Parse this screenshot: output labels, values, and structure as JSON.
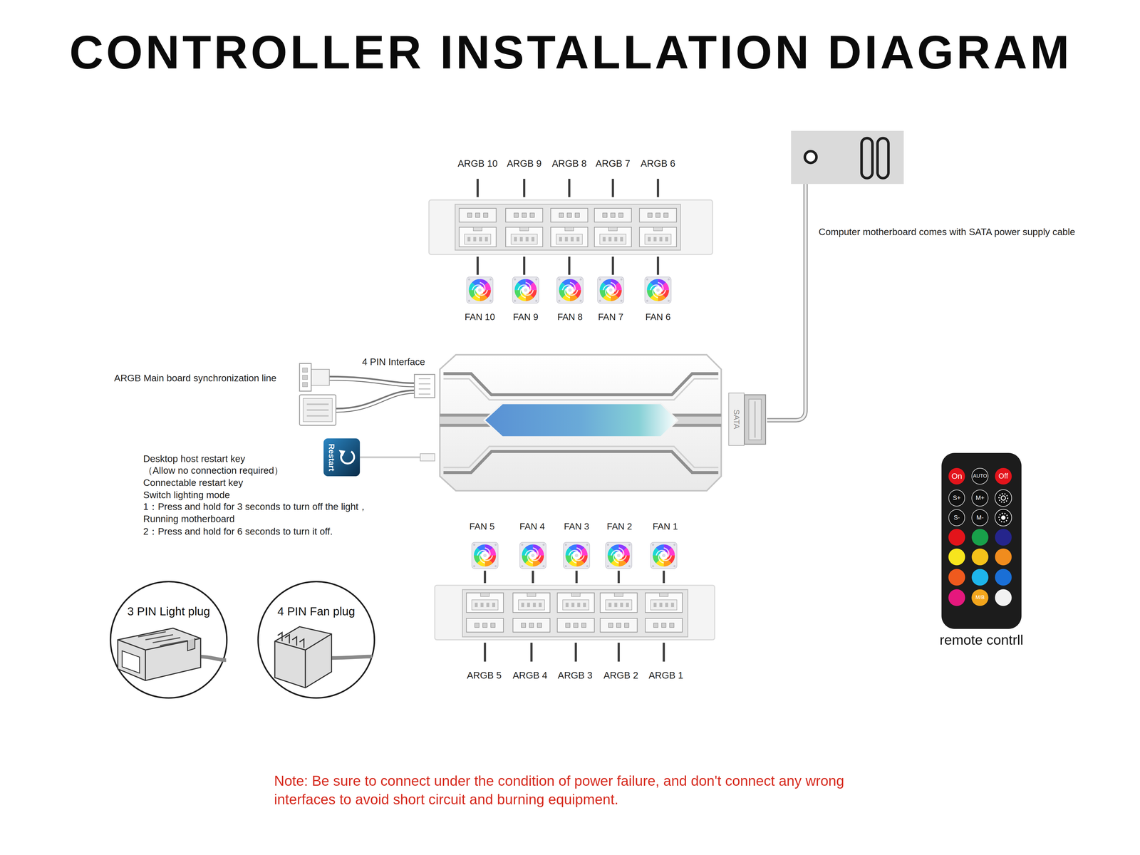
{
  "diagram": {
    "title": "CONTROLLER INSTALLATION DIAGRAM",
    "nodes": [
      {
        "text": [
          "SATA"
        ]
      },
      {
        "text": [
          "Restart"
        ]
      },
      {
        "text": [
          "remote contrll"
        ]
      },
      {
        "text": [
          "On"
        ],
        "in": 2
      },
      {
        "text": [
          "AUTO"
        ],
        "in": 2
      },
      {
        "text": [
          "Off"
        ],
        "in": 2
      },
      {
        "text": [
          "S+"
        ],
        "in": 2
      },
      {
        "text": [
          "M+"
        ],
        "in": 2
      },
      {
        "text": [
          "S-"
        ],
        "in": 2
      },
      {
        "text": [
          "M-"
        ],
        "in": 2
      },
      {
        "text": [
          "M/B"
        ],
        "in": 2
      },
      {
        "text": [
          "3 PIN Light plug"
        ]
      },
      {
        "text": [
          "4 PIN Fan plug"
        ]
      }
    ],
    "labels": [
      "ARGB 10",
      "ARGB 9",
      "ARGB 8",
      "ARGB 7",
      "ARGB 6",
      "Computer motherboard comes with SATA power supply cable",
      "FAN 10",
      "FAN 9",
      "FAN 8",
      "FAN 7",
      "FAN 6",
      "4 PIN Interface",
      "ARGB Main board synchronization line",
      "Desktop host restart key",
      "（Allow no connection required）",
      "Connectable restart key",
      "Switch lighting mode",
      "1：Press and hold for 3 seconds to turn off the light，",
      "Running motherboard",
      "2：Press and hold for 6 seconds to turn it off.",
      "FAN 5",
      "FAN 4",
      "FAN 3",
      "FAN 2",
      "FAN 1",
      "ARGB 5",
      "ARGB 4",
      "ARGB 3",
      "ARGB 2",
      "ARGB 1",
      "Note: Be sure to connect under the condition of power failure, and don't connect any wrong interfaces to avoid short circuit and burning equipment."
    ]
  }
}
